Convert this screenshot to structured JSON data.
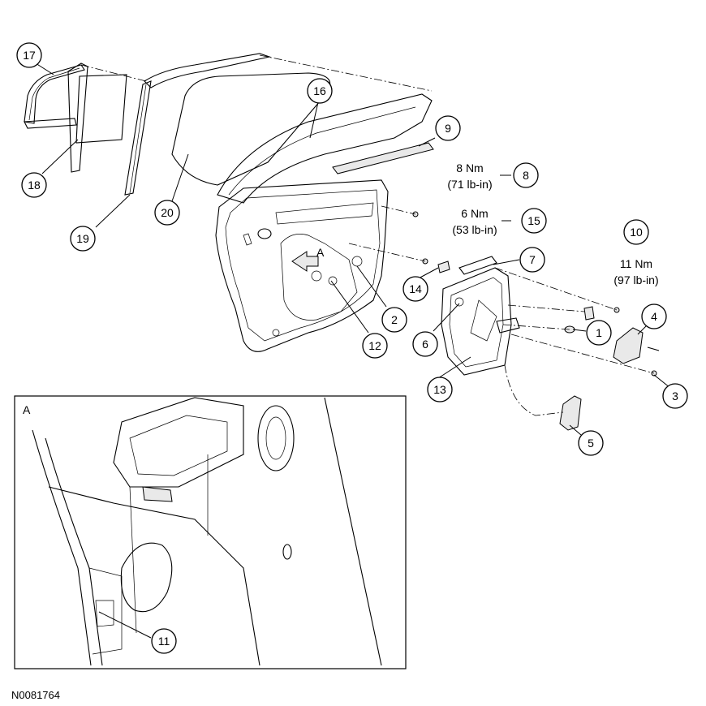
{
  "figure_id": "N0081764",
  "detail": {
    "label": "A"
  },
  "view_marker": "A",
  "callouts": {
    "c1": "1",
    "c2": "2",
    "c3": "3",
    "c4": "4",
    "c5": "5",
    "c6": "6",
    "c7": "7",
    "c8": "8",
    "c9": "9",
    "c10": "10",
    "c11": "11",
    "c12": "12",
    "c13": "13",
    "c14": "14",
    "c15": "15",
    "c16": "16",
    "c17": "17",
    "c18": "18",
    "c19": "19",
    "c20": "20"
  },
  "torque_specs": {
    "t8": {
      "metric": "8 Nm",
      "imperial": "(71 lb-in)"
    },
    "t15": {
      "metric": "6 Nm",
      "imperial": "(53 lb-in)"
    },
    "t10": {
      "metric": "11 Nm",
      "imperial": "(97 lb-in)"
    }
  }
}
